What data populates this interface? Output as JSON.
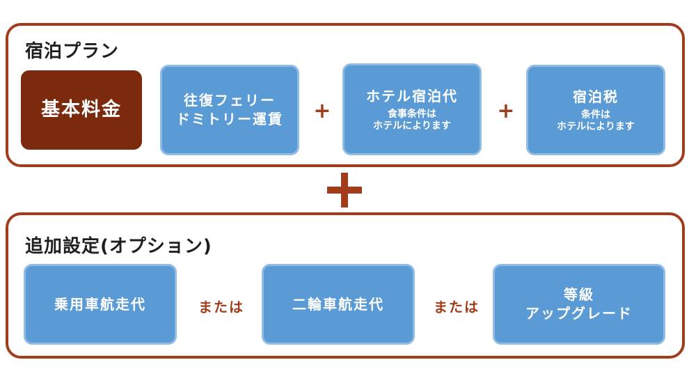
{
  "plan": {
    "title": "宿泊プラン",
    "base_fee": "基本料金",
    "boxes": [
      {
        "line1": "往復フェリー",
        "line2": "ドミトリー運賃"
      },
      {
        "title": "ホテル宿泊代",
        "note1": "食事条件は",
        "note2": "ホテルによります"
      },
      {
        "title": "宿泊税",
        "note1": "条件は",
        "note2": "ホテルによります"
      }
    ],
    "plus": "+"
  },
  "options": {
    "title": "追加設定(オプション)",
    "boxes": [
      {
        "line1": "乗用車航走代"
      },
      {
        "line1": "二輪車航走代"
      },
      {
        "line1": "等級",
        "line2": "アップグレード"
      }
    ],
    "or": "または"
  },
  "colors": {
    "border": "#a23d1c",
    "base_fee_fill": "#7b2a0d",
    "box_fill": "#5b9bd5",
    "box_border": "#8fbbe4"
  }
}
